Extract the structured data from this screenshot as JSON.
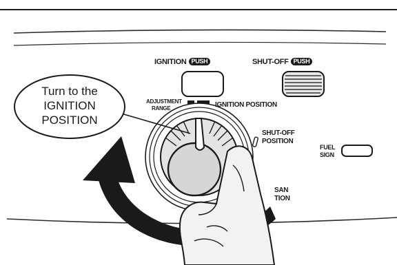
{
  "callout": {
    "lines": [
      "Turn to the",
      "IGNITION",
      "POSITION"
    ]
  },
  "ignition_button": {
    "label": "IGNITION",
    "badge": "PUSH"
  },
  "shutoff_button": {
    "label": "SHUT-OFF",
    "badge": "PUSH"
  },
  "adjustment_range": {
    "line1": "ADJUSTMENT",
    "line2": "RANGE"
  },
  "ignition_position_label": "IGNITION POSITION",
  "shutoff_position": {
    "line1": "SHUT-OFF",
    "line2": "POSITION"
  },
  "fuel_sign": {
    "line1": "FUEL",
    "line2": "SIGN"
  },
  "partial_label": {
    "line1": "SAN",
    "line2": "TION"
  },
  "colors": {
    "ink": "#1a1a1a",
    "panel_line": "#2a2a2a",
    "knob_fill": "#d6d6d6",
    "hand_fill": "#f2f2f2"
  }
}
